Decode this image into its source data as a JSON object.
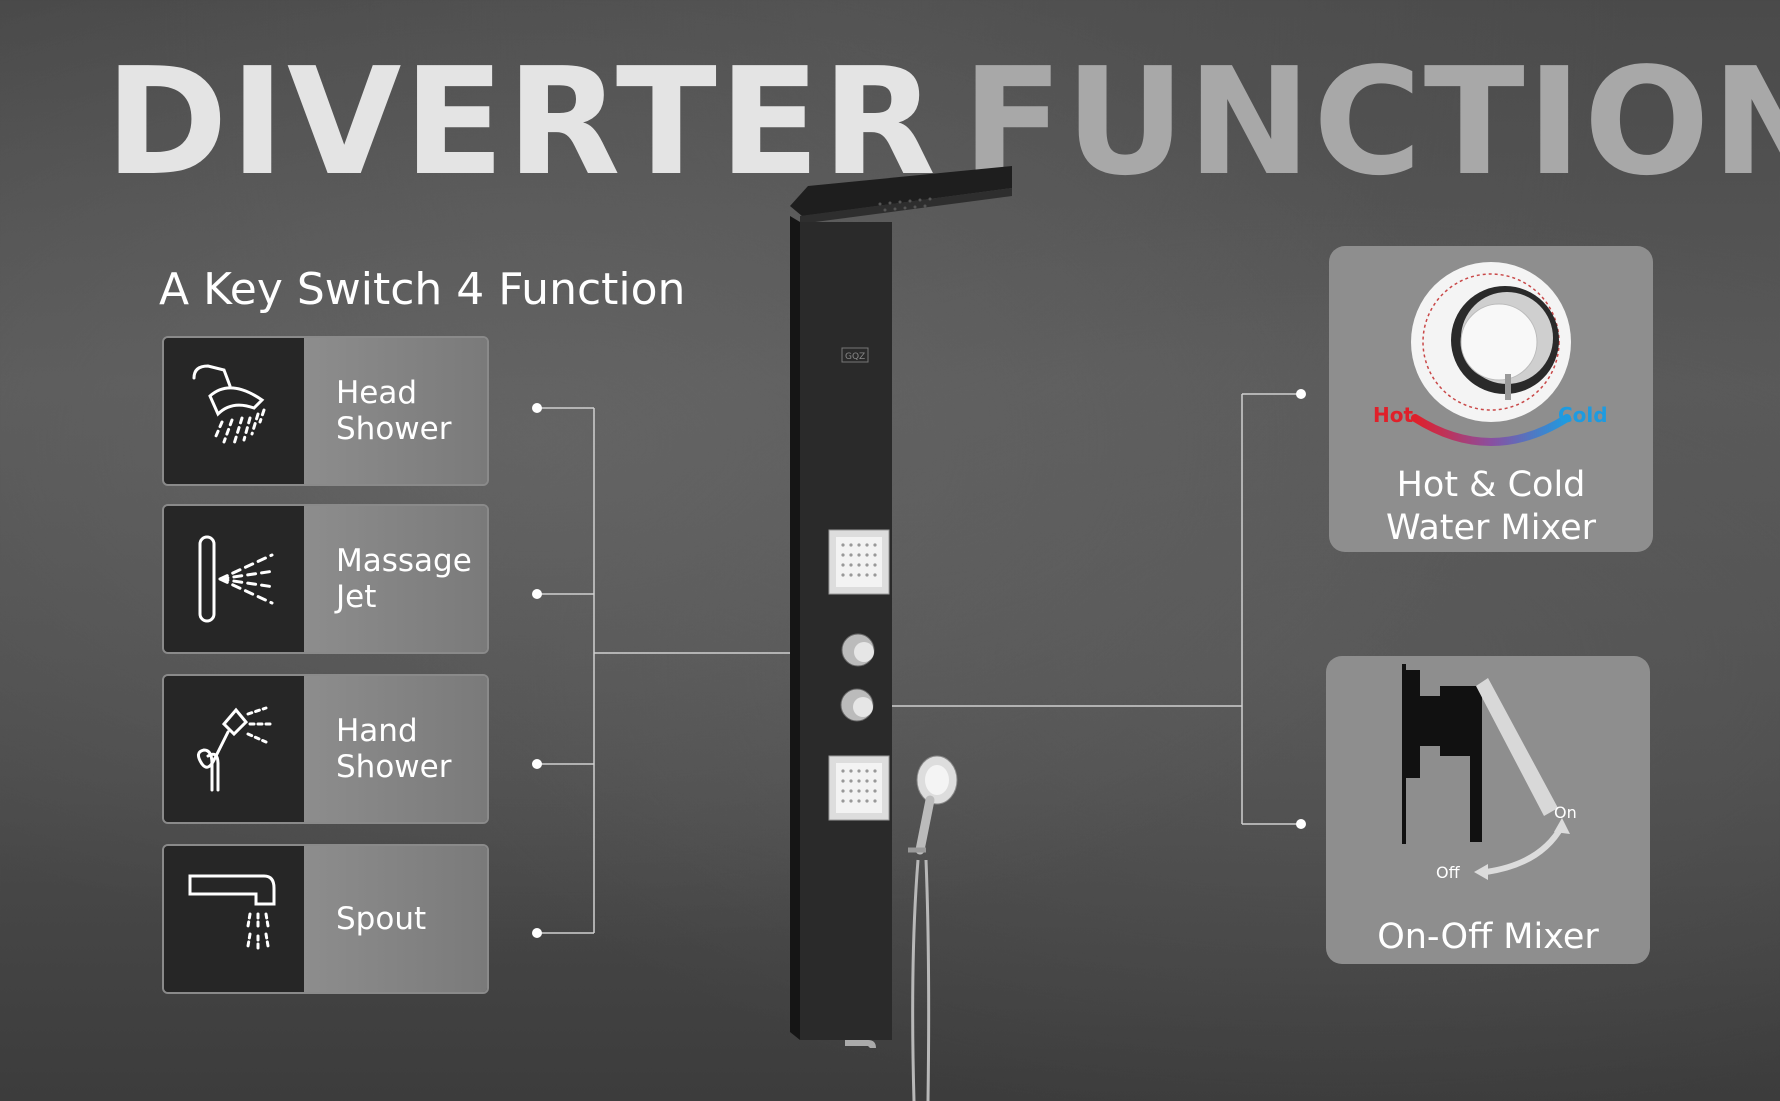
{
  "header": {
    "title_left": "DIVERTER",
    "title_right": "FUNCTION"
  },
  "subtitle": "A Key Switch 4 Function",
  "functions": [
    {
      "line1": "Head",
      "line2": "Shower",
      "icon": "head-shower-icon"
    },
    {
      "line1": "Massage",
      "line2": "Jet",
      "icon": "massage-jet-icon"
    },
    {
      "line1": "Hand",
      "line2": "Shower",
      "icon": "hand-shower-icon"
    },
    {
      "line1": "Spout",
      "line2": "",
      "icon": "spout-icon"
    }
  ],
  "mixers": {
    "hot_cold": {
      "line1": "Hot & Cold",
      "line2": "Water Mixer",
      "hot_label": "Hot",
      "cold_label": "Cold",
      "hot_color": "#e0202a",
      "cold_color": "#1e9be0"
    },
    "on_off": {
      "label": "On-Off Mixer",
      "on_label": "On",
      "off_label": "Off"
    }
  },
  "panel_badge": "GQZ",
  "colors": {
    "background": "#4a4a4a",
    "card_gray": "#8e8e8e",
    "icon_box": "#262626",
    "title_left": "#e4e4e4",
    "title_right": "#a8a8a8"
  }
}
